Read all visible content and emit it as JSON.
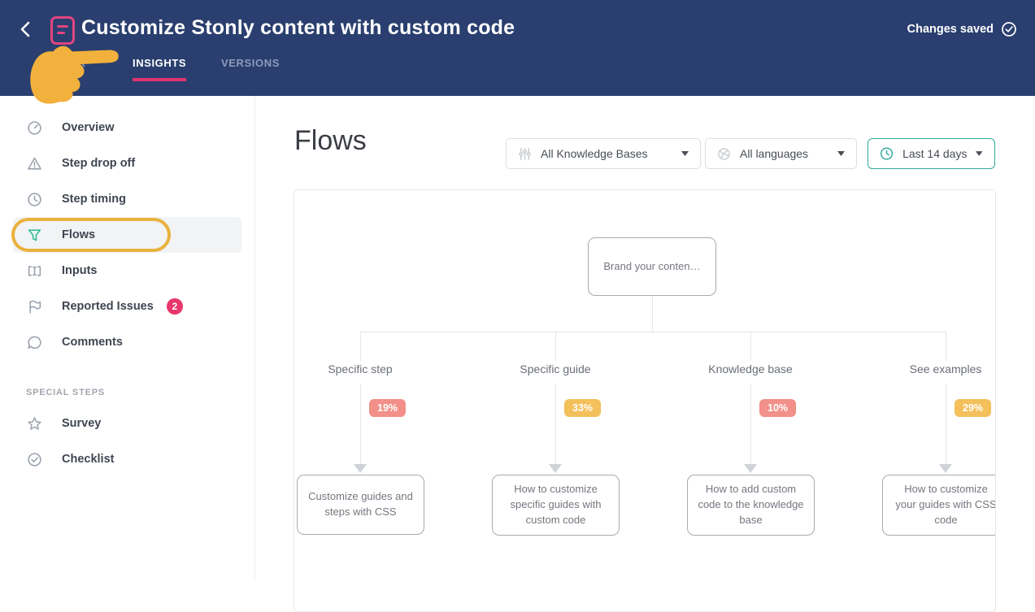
{
  "header": {
    "title": "Customize Stonly content with custom code",
    "status_text": "Changes saved",
    "tabs": [
      {
        "label": "EDITOR",
        "active": false
      },
      {
        "label": "INSIGHTS",
        "active": true
      },
      {
        "label": "VERSIONS",
        "active": false
      }
    ]
  },
  "sidebar": {
    "items": [
      {
        "label": "Overview",
        "icon": "gauge-icon"
      },
      {
        "label": "Step drop off",
        "icon": "warning-icon"
      },
      {
        "label": "Step timing",
        "icon": "clock-icon"
      },
      {
        "label": "Flows",
        "icon": "funnel-icon",
        "active": true
      },
      {
        "label": "Inputs",
        "icon": "input-field-icon"
      },
      {
        "label": "Reported Issues",
        "icon": "flag-icon",
        "badge": "2"
      },
      {
        "label": "Comments",
        "icon": "comment-icon"
      }
    ],
    "section_label": "SPECIAL STEPS",
    "special_items": [
      {
        "label": "Survey",
        "icon": "star-icon"
      },
      {
        "label": "Checklist",
        "icon": "check-circle-icon"
      }
    ]
  },
  "main": {
    "heading": "Flows",
    "filters": [
      {
        "label": "All Knowledge Bases",
        "icon": "sliders-icon"
      },
      {
        "label": "All languages",
        "icon": "globe-icon"
      },
      {
        "label": "Last 14 days",
        "icon": "clock-icon",
        "highlighted": true
      }
    ]
  },
  "flow": {
    "root": "Brand your conten…",
    "branches": [
      {
        "label": "Specific step",
        "percent": "19%",
        "badge_color": "#f29089",
        "target": "Customize guides and steps with CSS"
      },
      {
        "label": "Specific guide",
        "percent": "33%",
        "badge_color": "#f3c05b",
        "target": "How to customize specific guides with custom code"
      },
      {
        "label": "Knowledge base",
        "percent": "10%",
        "badge_color": "#f29089",
        "target": "How to add custom code to the knowledge base"
      },
      {
        "label": "See examples",
        "percent": "29%",
        "badge_color": "#f3c05b",
        "target": "How to customize your guides with CSS code"
      }
    ]
  },
  "colors": {
    "header_navy": "#2a3f6f",
    "tab_underline_pink": "#e0336e",
    "guide_icon_pink": "#e0457f",
    "annotation_orange": "#e9b13e",
    "hand_yellow": "#f2b13c",
    "funnel_green": "#2fbd92",
    "issues_badge_red": "#e8376b",
    "date_filter_teal": "#2fa99c",
    "badge_salmon": "#f29089",
    "badge_amber": "#f3c05b"
  }
}
